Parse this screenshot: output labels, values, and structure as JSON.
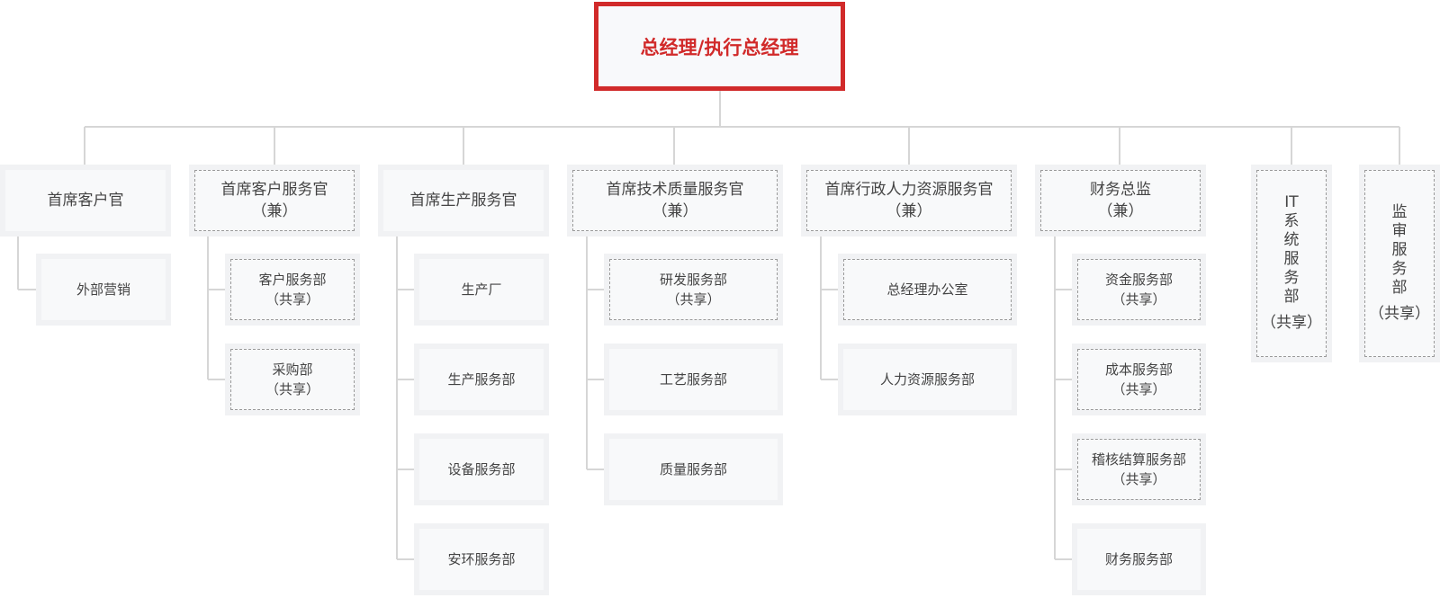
{
  "root": {
    "label": "总经理/执行总经理"
  },
  "departments": [
    {
      "title": "首席客户官",
      "subtitle": "",
      "units": [
        {
          "title": "外部营销",
          "subtitle": ""
        }
      ]
    },
    {
      "title": "首席客户服务官",
      "subtitle": "（兼）",
      "units": [
        {
          "title": "客户服务部",
          "subtitle": "（共享）"
        },
        {
          "title": "采购部",
          "subtitle": "（共享）"
        }
      ]
    },
    {
      "title": "首席生产服务官",
      "subtitle": "",
      "units": [
        {
          "title": "生产厂",
          "subtitle": ""
        },
        {
          "title": "生产服务部",
          "subtitle": ""
        },
        {
          "title": "设备服务部",
          "subtitle": ""
        },
        {
          "title": "安环服务部",
          "subtitle": ""
        }
      ]
    },
    {
      "title": "首席技术质量服务官",
      "subtitle": "（兼）",
      "units": [
        {
          "title": "研发服务部",
          "subtitle": "（共享）"
        },
        {
          "title": "工艺服务部",
          "subtitle": ""
        },
        {
          "title": "质量服务部",
          "subtitle": ""
        }
      ]
    },
    {
      "title": "首席行政人力资源服务官",
      "subtitle": "（兼）",
      "units": [
        {
          "title": "总经理办公室",
          "subtitle": ""
        },
        {
          "title": "人力资源服务部",
          "subtitle": ""
        }
      ]
    },
    {
      "title": "财务总监",
      "subtitle": "（兼）",
      "units": [
        {
          "title": "资金服务部",
          "subtitle": "（共享）"
        },
        {
          "title": "成本服务部",
          "subtitle": "（共享）"
        },
        {
          "title": "稽核结算服务部",
          "subtitle": "（共享）"
        },
        {
          "title": "财务服务部",
          "subtitle": ""
        }
      ]
    },
    {
      "title": "IT系统服务部",
      "subtitle": "（共享）",
      "vertical": true,
      "units": []
    },
    {
      "title": "监审服务部",
      "subtitle": "（共享）",
      "vertical": true,
      "units": []
    }
  ]
}
